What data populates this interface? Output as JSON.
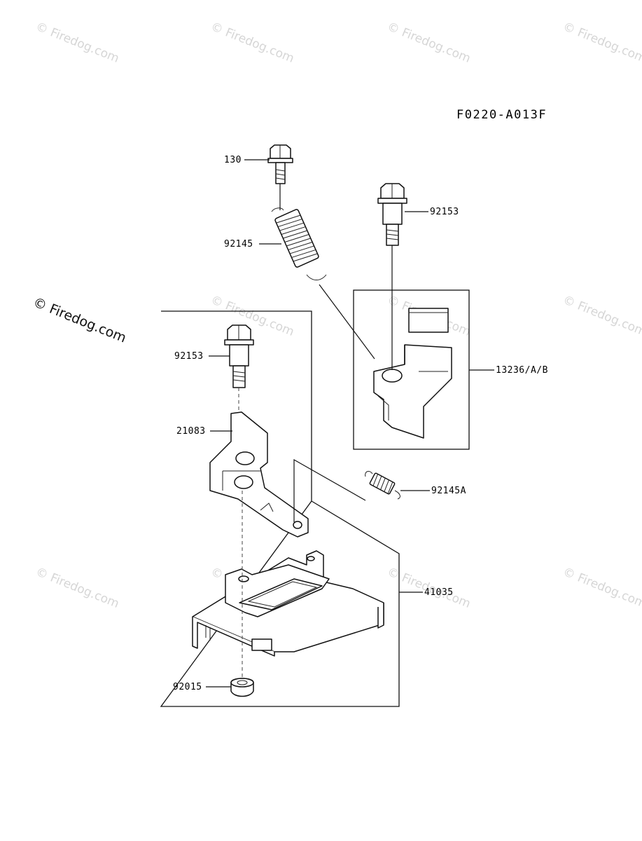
{
  "diagram_code": "F0220-A013F",
  "watermark": "© Firedog.com",
  "parts": {
    "bolt_top": "130",
    "spring_large": "92145",
    "bolt_right": "92153",
    "lever_assy": "13236/A/B",
    "bolt_left": "92153",
    "lever_bracket": "21083",
    "spring_small": "92145A",
    "plate": "41035",
    "nut": "92015"
  }
}
